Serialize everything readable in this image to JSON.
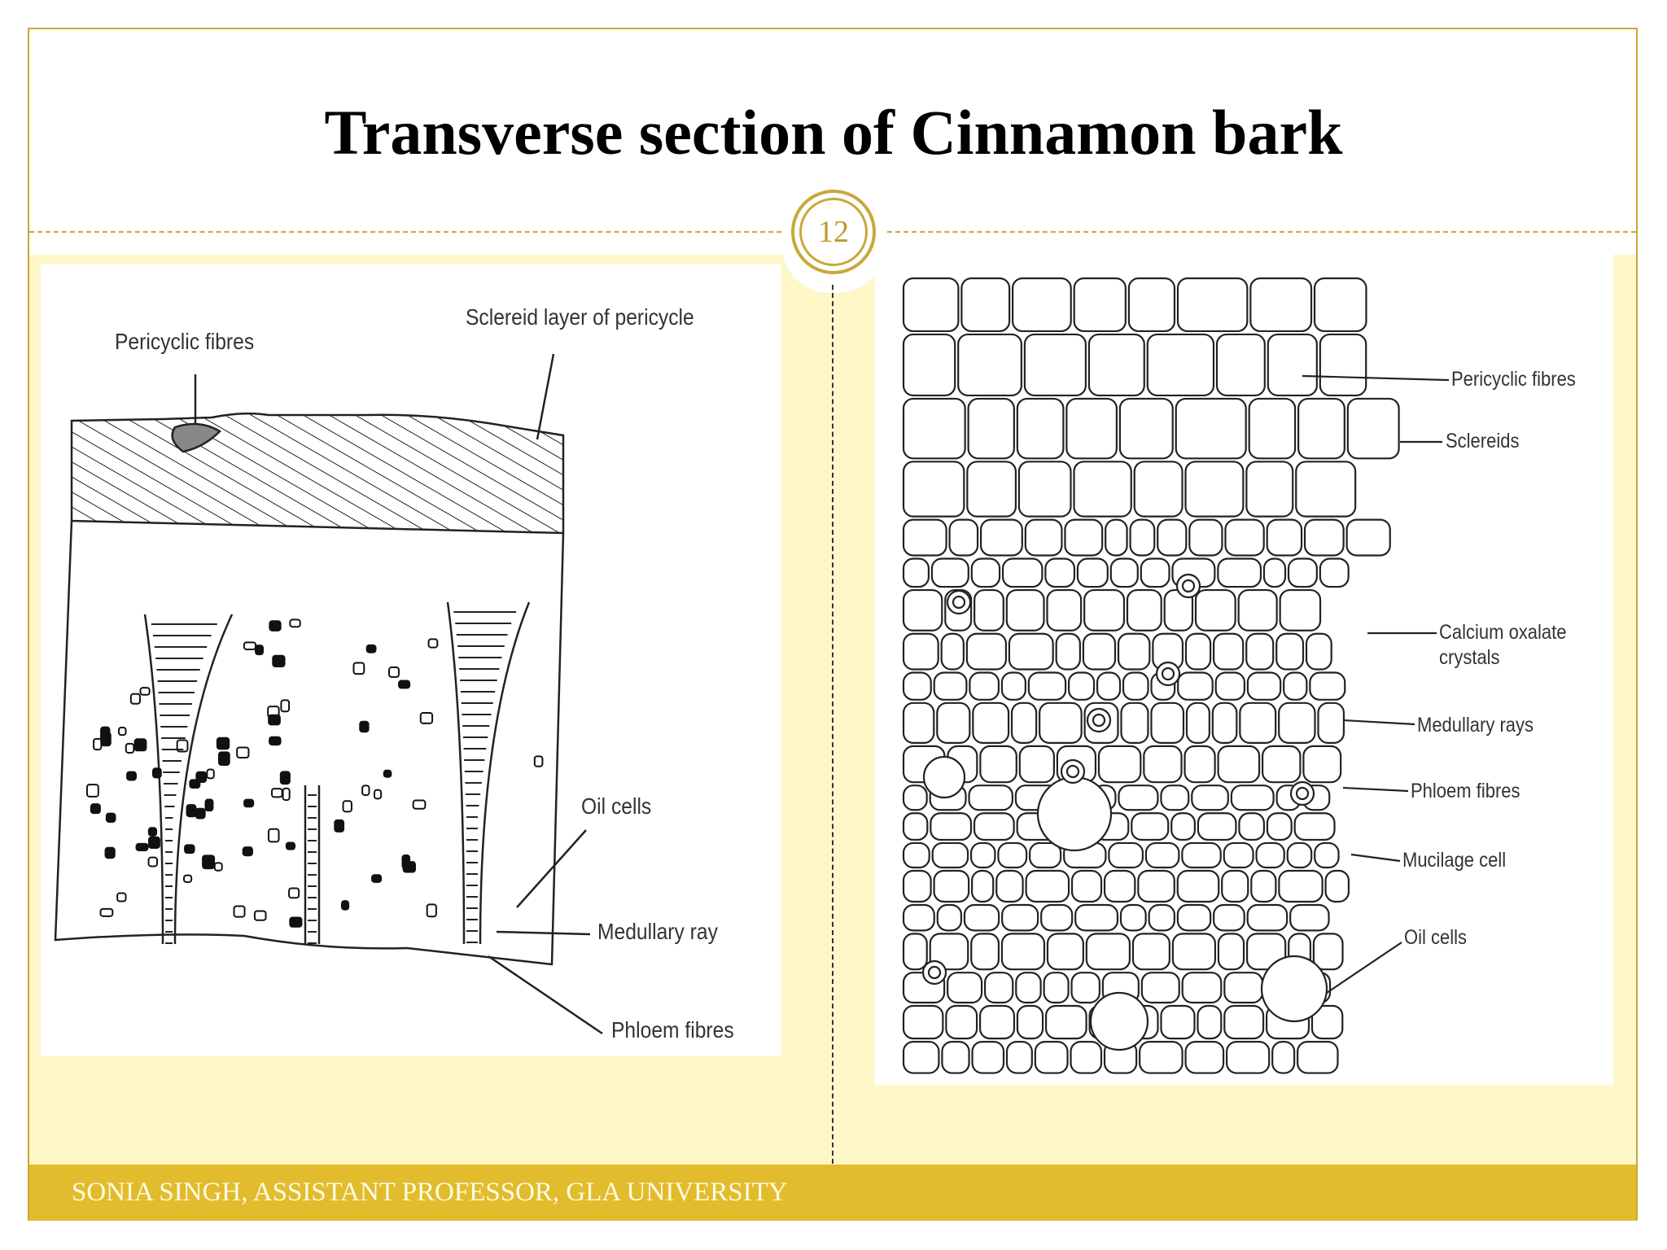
{
  "slide": {
    "title": "Transverse section of Cinnamon bark",
    "page_number": "12",
    "footer": "SONIA SINGH, ASSISTANT PROFESSOR, GLA UNIVERSITY"
  },
  "left_diagram": {
    "labels": [
      "Pericyclic fibres",
      "Sclereid layer of pericycle",
      "Oil cells",
      "Medullary ray",
      "Phloem fibres"
    ]
  },
  "right_diagram": {
    "labels": [
      "Pericyclic fibres",
      "Sclereids",
      "Calcium oxalate",
      "crystals",
      "Medullary rays",
      "Phloem fibres",
      "Mucilage cell",
      "Oil cells"
    ]
  },
  "colors": {
    "accent": "#c9a83a",
    "panel": "#fef7c8",
    "footer": "#e2bc2c"
  }
}
